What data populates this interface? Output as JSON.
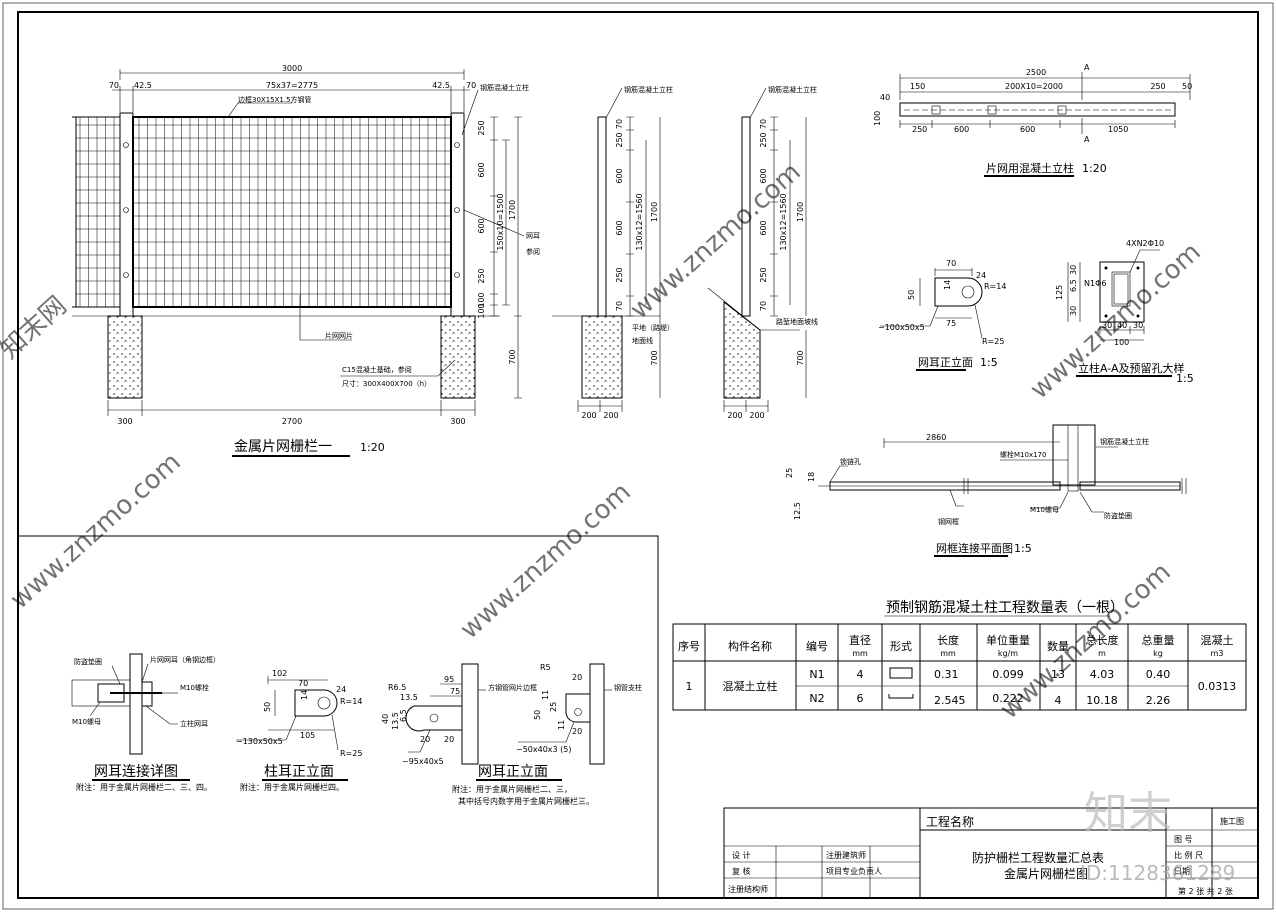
{
  "fence_elevation": {
    "title": "金属片网栅栏一",
    "scale": "1:20",
    "dims_top": {
      "total": "3000",
      "left_a": "70",
      "left_b": "42.5",
      "mid": "75x37=2775",
      "right_a": "42.5",
      "right_b": "70"
    },
    "dims_right": [
      "250",
      "600",
      "600",
      "250",
      "100",
      "100"
    ],
    "dim_side_total": "150x10=1500",
    "dim_side_overall": "1700",
    "dim_found": "700",
    "dims_bottom": [
      "300",
      "2700",
      "300"
    ],
    "labels": {
      "frame": "边框30X15X1.5方钢管",
      "post": "钢筋混凝土立柱",
      "ear": "网耳",
      "ear_ref": "参阅",
      "panel": "片网网片",
      "foundation1": "C15混凝土基础，参阅",
      "foundation2": "尺寸：300X400X700（h）"
    }
  },
  "section_a": {
    "label": "钢筋混凝土立柱",
    "dims": [
      "70",
      "250",
      "600",
      "600",
      "250",
      "70"
    ],
    "total": "130x12=1560",
    "overall": "1700",
    "found": "700",
    "bottom": [
      "200",
      "200"
    ],
    "notes": [
      "平地（路堤）",
      "地面线"
    ]
  },
  "section_b": {
    "label": "钢筋混凝土立柱",
    "dims": [
      "70",
      "250",
      "600",
      "600",
      "250",
      "70"
    ],
    "total": "130x12=1560",
    "overall": "1700",
    "found": "700",
    "bottom": [
      "200",
      "200"
    ],
    "notes": [
      "路堑地面坡线"
    ]
  },
  "post_plan": {
    "title": "片网用混凝土立柱",
    "scale": "1:20",
    "section_mark": "A",
    "dims_top": [
      "2500"
    ],
    "dims_mid": [
      "150",
      "200X10=2000",
      "250",
      "50"
    ],
    "dims_bottom": [
      "250",
      "600",
      "600",
      "1050"
    ],
    "dims_left": [
      "40",
      "100"
    ]
  },
  "ear_elev": {
    "title": "网耳正立面",
    "scale": "1:5",
    "dims": [
      "70",
      "14",
      "24",
      "R=14",
      "50",
      "75",
      "R=25"
    ],
    "plate": "−100x50x5"
  },
  "post_section": {
    "title": "立柱A-A及预留孔大样",
    "scale": "1:5",
    "dims": [
      "4XN2Φ10",
      "30",
      "6.5",
      "30",
      "125",
      "N1Φ6",
      "30",
      "40",
      "30",
      "100"
    ]
  },
  "joint_plan": {
    "title": "网框连接平面图",
    "scale": "1:5",
    "dims": [
      "2860",
      "25",
      "18",
      "12.5"
    ],
    "labels": [
      "钢筋混凝土立柱",
      "螺栓M10x170",
      "M10螺母",
      "防盗垫圈",
      "锁链孔",
      "钢网框"
    ]
  },
  "table": {
    "title": "预制钢筋混凝土柱工程数量表（一根）",
    "headers": [
      "序号",
      "构件名称",
      "编号",
      "直径",
      "形式",
      "长度",
      "单位重量",
      "数量",
      "总长度",
      "总重量",
      "混凝土"
    ],
    "units": [
      "",
      "",
      "",
      "mm",
      "",
      "mm",
      "kg/m",
      "",
      "m",
      "kg",
      "m3"
    ],
    "rows": [
      {
        "no": "1",
        "name": "混凝土立柱",
        "code": "N1",
        "dia": "4",
        "len": "0.31",
        "uw": "0.099",
        "qty": "13",
        "tl": "4.03",
        "tw": "0.40",
        "conc": "0.0313"
      },
      {
        "code": "N2",
        "dia": "6",
        "len": "2.545",
        "uw": "0.222",
        "qty": "4",
        "tl": "10.18",
        "tw": "2.26"
      }
    ]
  },
  "detail_conn": {
    "title": "网耳连接详图",
    "note": "附注：用于金属片网栅栏二、三、四。",
    "labels": [
      "防盗垫圈",
      "片网网耳（角钢边框）",
      "M10螺栓",
      "立柱网耳",
      "M10螺母"
    ]
  },
  "detail_post_ear": {
    "title": "柱耳正立面",
    "note": "附注：用于金属片网栅栏四。",
    "dims": [
      "102",
      "70",
      "14",
      "24",
      "R=14",
      "50",
      "105",
      "R=25"
    ],
    "plate": "−130x50x5"
  },
  "detail_net_ear": {
    "title": "网耳正立面",
    "note1": "附注：用于金属片网栅栏二、三，",
    "note2": "其中括号内数字用于金属片网栅栏三。",
    "dims_a": [
      "R6.5",
      "13.5",
      "95",
      "75",
      "40",
      "13.5",
      "6.5",
      "20",
      "20"
    ],
    "plate_a": "−95x40x5",
    "label_a": "方钢管网片边框",
    "dims_b": [
      "R5",
      "20",
      "11",
      "50",
      "25",
      "11",
      "20"
    ],
    "plate_b": "−50x40x3 (5)",
    "label_b": "钢管支柱"
  },
  "title_block": {
    "project_label": "工程名称",
    "stage": "施工图",
    "drawing_no_label": "图  号",
    "scale_label": "比 例 尺",
    "date_label": "日期",
    "sheet": "第 2 张 共 2 张",
    "design": "设    计",
    "check": "复    核",
    "approve": "注册结构师",
    "reg_arch": "注册建筑师",
    "proj_lead": "项目专业负责人",
    "drawing_title1": "防护栅栏工程数量汇总表",
    "drawing_title2": "金属片网栅栏图"
  },
  "watermarks": {
    "site": "www.znzmo.com",
    "brand": "知末",
    "brand_zh": "知末网",
    "id": "ID:1128361289"
  }
}
